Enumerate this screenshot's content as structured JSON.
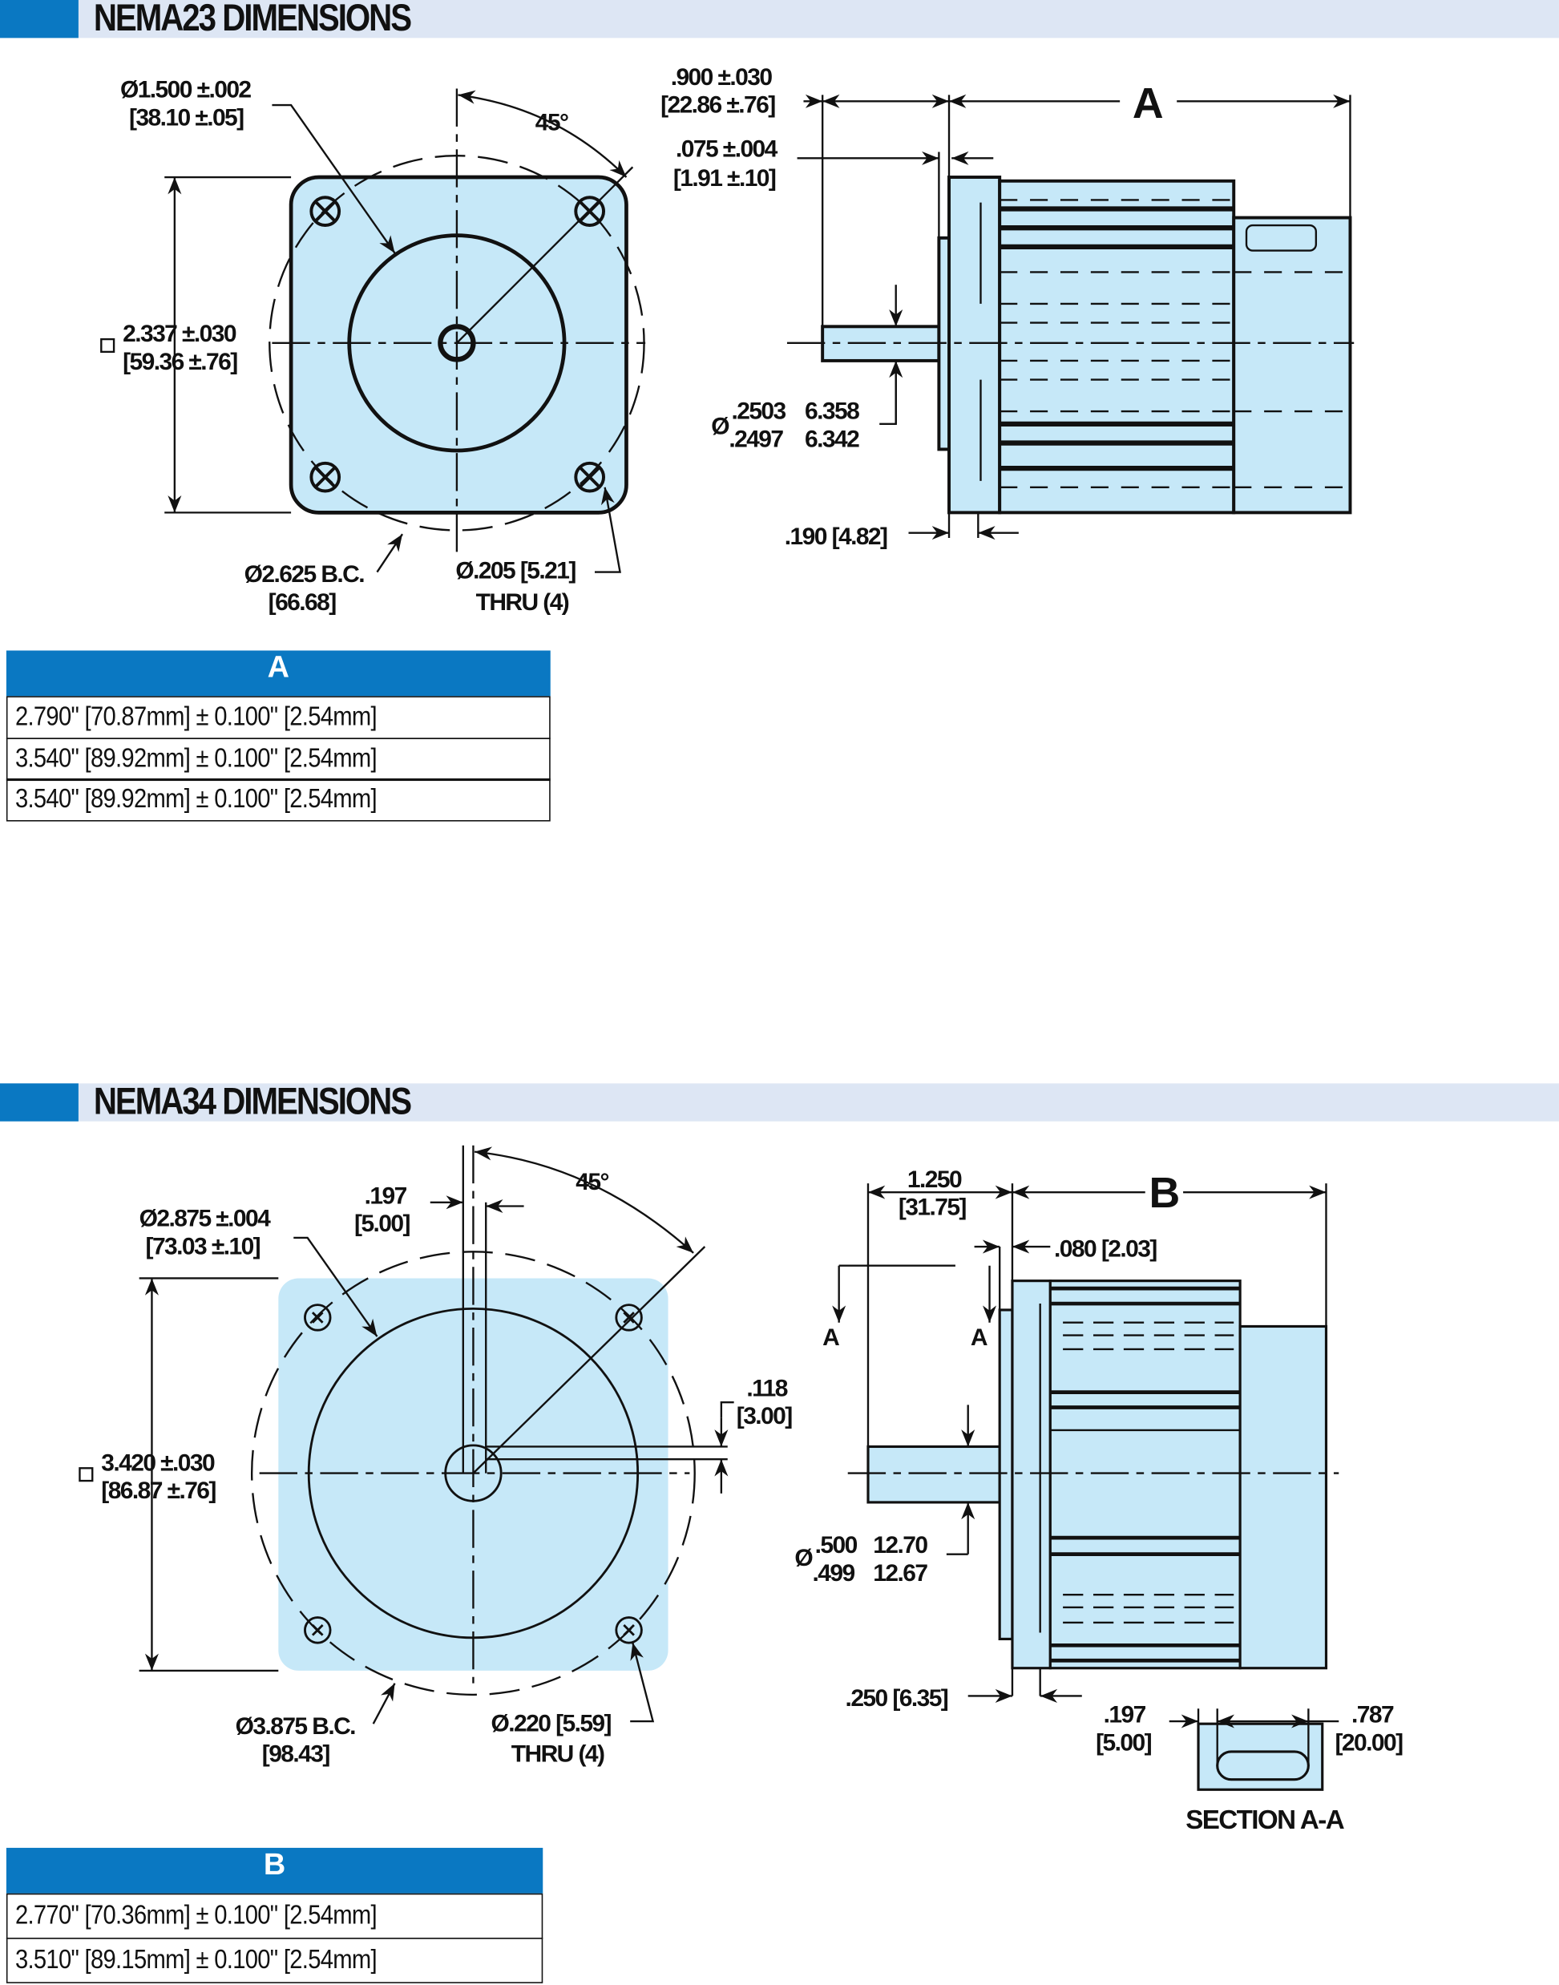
{
  "sections": [
    {
      "title": "NEMA23 DIMENSIONS",
      "labels": {
        "pilot_dia": "Ø1.500 ±.002",
        "pilot_dia_mm": "[38.10 ±.05]",
        "angle": "45°",
        "square": "2.337 ±.030",
        "square_mm": "[59.36 ±.76]",
        "bc": "Ø2.625 B.C.",
        "bc_mm": "[66.68]",
        "hole": "Ø.205 [5.21]",
        "hole_thru": "THRU (4)",
        "shaft_len": ".900 ±.030",
        "shaft_len_mm": "[22.86 ±.76]",
        "length_key": "A",
        "pilot_depth": ".075 ±.004",
        "pilot_depth_mm": "[1.91 ±.10]",
        "shaft_dia_sym": "Ø",
        "shaft_dia_max": ".2503",
        "shaft_dia_min": ".2497",
        "shaft_dia_max_mm": "6.358",
        "shaft_dia_min_mm": "6.342",
        "flange": ".190 [4.82]"
      },
      "table": {
        "header": "A",
        "rows": [
          "2.790\" [70.87mm] ± 0.100\" [2.54mm]",
          "3.540\" [89.92mm] ± 0.100\" [2.54mm]",
          "3.540\" [89.92mm] ± 0.100\" [2.54mm]"
        ]
      }
    },
    {
      "title": "NEMA34 DIMENSIONS",
      "labels": {
        "pilot_dia": "Ø2.875 ±.004",
        "pilot_dia_mm": "[73.03 ±.10]",
        "key_w": ".197",
        "key_w_mm": "[5.00]",
        "angle": "45°",
        "square": "3.420 ±.030",
        "square_mm": "[86.87 ±.76]",
        "key_h": ".118",
        "key_h_mm": "[3.00]",
        "bc": "Ø3.875 B.C.",
        "bc_mm": "[98.43]",
        "hole": "Ø.220 [5.59]",
        "hole_thru": "THRU (4)",
        "shaft_len": "1.250",
        "shaft_len_mm": "[31.75]",
        "length_key": "B",
        "pilot_depth": ".080 [2.03]",
        "sec_a1": "A",
        "sec_a2": "A",
        "shaft_dia_sym": "Ø",
        "shaft_dia_max": ".500",
        "shaft_dia_min": ".499",
        "shaft_dia_max_mm": "12.70",
        "shaft_dia_min_mm": "12.67",
        "flange": ".250 [6.35]",
        "key_off": ".197",
        "key_off_mm": "[5.00]",
        "key_len": ".787",
        "key_len_mm": "[20.00]",
        "section": "SECTION A-A"
      },
      "table": {
        "header": "B",
        "rows": [
          "2.770\" [70.36mm] ± 0.100\" [2.54mm]",
          "3.510\" [89.15mm] ± 0.100\" [2.54mm]"
        ]
      }
    }
  ],
  "colors": {
    "accent": "#0a78c2",
    "band": "#dde6f4",
    "part_fill": "#c6e8f8"
  }
}
